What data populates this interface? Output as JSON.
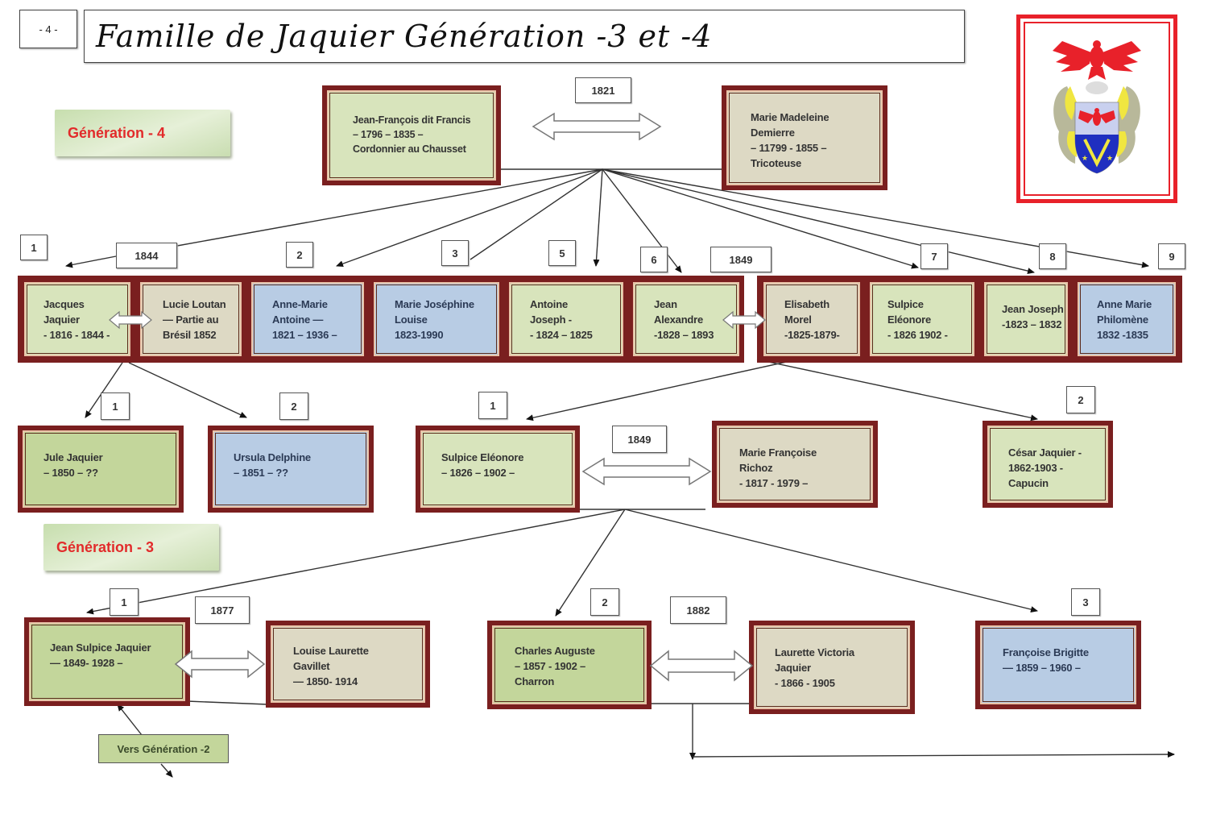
{
  "page": {
    "page_number": "- 4 -",
    "title": "Famille de Jaquier Génération  -3  et  -4"
  },
  "generation_labels": {
    "gen4": "Génération  - 4",
    "gen3": "Génération  - 3"
  },
  "coat_of_arms": {
    "icon": "coat-of-arms-icon",
    "colors": {
      "frame": "#e8212a",
      "eagle": "#e8212a",
      "mantling": "#f0e640",
      "shield_top": "#c9d0ef",
      "shield_bottom": "#1f2fc0",
      "chevron": "#f0e640"
    }
  },
  "colors": {
    "box_frame": "#7a1f1f",
    "male_fill": "#d8e4bc",
    "male_fill_dark": "#c3d69b",
    "spouse_fill": "#ddd9c4",
    "female_fill": "#b8cce4",
    "label_text": "#e22b2b"
  },
  "generation_4": {
    "father": {
      "lines": [
        "Jean-François dit Francis",
        "– 1796  – 1835 –",
        "Cordonnier au Chausset"
      ]
    },
    "mother": {
      "lines": [
        "Marie Madeleine",
        "Demierre",
        "– 11799  - 1855 –",
        "Tricoteuse"
      ]
    },
    "marriage_year": "1821"
  },
  "children_gen4": [
    {
      "number": "1",
      "lines": [
        "Jacques",
        "Jaquier",
        "- 1816  - 1844 -"
      ],
      "marriage_year": "1844",
      "spouse": {
        "lines": [
          "Lucie Loutan",
          "— Partie au",
          "Brésil 1852"
        ]
      }
    },
    {
      "number": "2",
      "lines": [
        "Anne-Marie",
        "Antoine  —",
        "1821 – 1936 –"
      ]
    },
    {
      "number": "3",
      "lines": [
        "Marie Joséphine",
        "Louise",
        "1823-1990"
      ]
    },
    {
      "number": "5",
      "lines": [
        "Antoine",
        "Joseph          -",
        "- 1824 – 1825"
      ]
    },
    {
      "number": "6",
      "lines": [
        "Jean",
        "Alexandre",
        "-1828 – 1893"
      ],
      "marriage_year": "1849",
      "spouse": {
        "lines": [
          "Elisabeth",
          "Morel",
          "-1825-1879-"
        ]
      }
    },
    {
      "number": "7",
      "lines": [
        "Sulpice",
        "Eléonore",
        "- 1826 1902 -"
      ]
    },
    {
      "number": "8",
      "lines": [
        "Jean Joseph",
        "-1823 – 1832"
      ]
    },
    {
      "number": "9",
      "lines": [
        "Anne Marie",
        "Philomène",
        "1832 -1835"
      ]
    }
  ],
  "grandchildren_jacques": [
    {
      "number": "1",
      "lines": [
        "Jule Jaquier",
        "– 1850  – ??"
      ]
    },
    {
      "number": "2",
      "lines": [
        "Ursula Delphine",
        "– 1851 – ??"
      ]
    }
  ],
  "children_jean_alexandre": [
    {
      "number": "1",
      "lines": [
        "Sulpice Eléonore",
        "– 1826 – 1902 –"
      ],
      "marriage_year": "1849",
      "spouse": {
        "lines": [
          "Marie Françoise",
          "Richoz",
          "- 1817  - 1979 –"
        ]
      }
    },
    {
      "number": "2",
      "lines": [
        "César Jaquier -",
        "1862-1903 -",
        "Capucin"
      ]
    }
  ],
  "generation_3": [
    {
      "number": "1",
      "lines": [
        "Jean Sulpice Jaquier",
        "— 1849- 1928 –"
      ],
      "marriage_year": "1877",
      "spouse": {
        "lines": [
          "Louise Laurette",
          "Gavillet",
          "— 1850- 1914"
        ]
      }
    },
    {
      "number": "2",
      "lines": [
        "Charles Auguste",
        "–  1857 -  1902 –",
        "Charron"
      ],
      "marriage_year": "1882",
      "spouse": {
        "lines": [
          "Laurette Victoria",
          "Jaquier",
          "- 1866 - 1905"
        ]
      }
    },
    {
      "number": "3",
      "lines": [
        "Françoise Brigitte",
        "— 1859 – 1960 –"
      ]
    }
  ],
  "navigation": {
    "to_generation_2": "Vers Génération -2"
  }
}
